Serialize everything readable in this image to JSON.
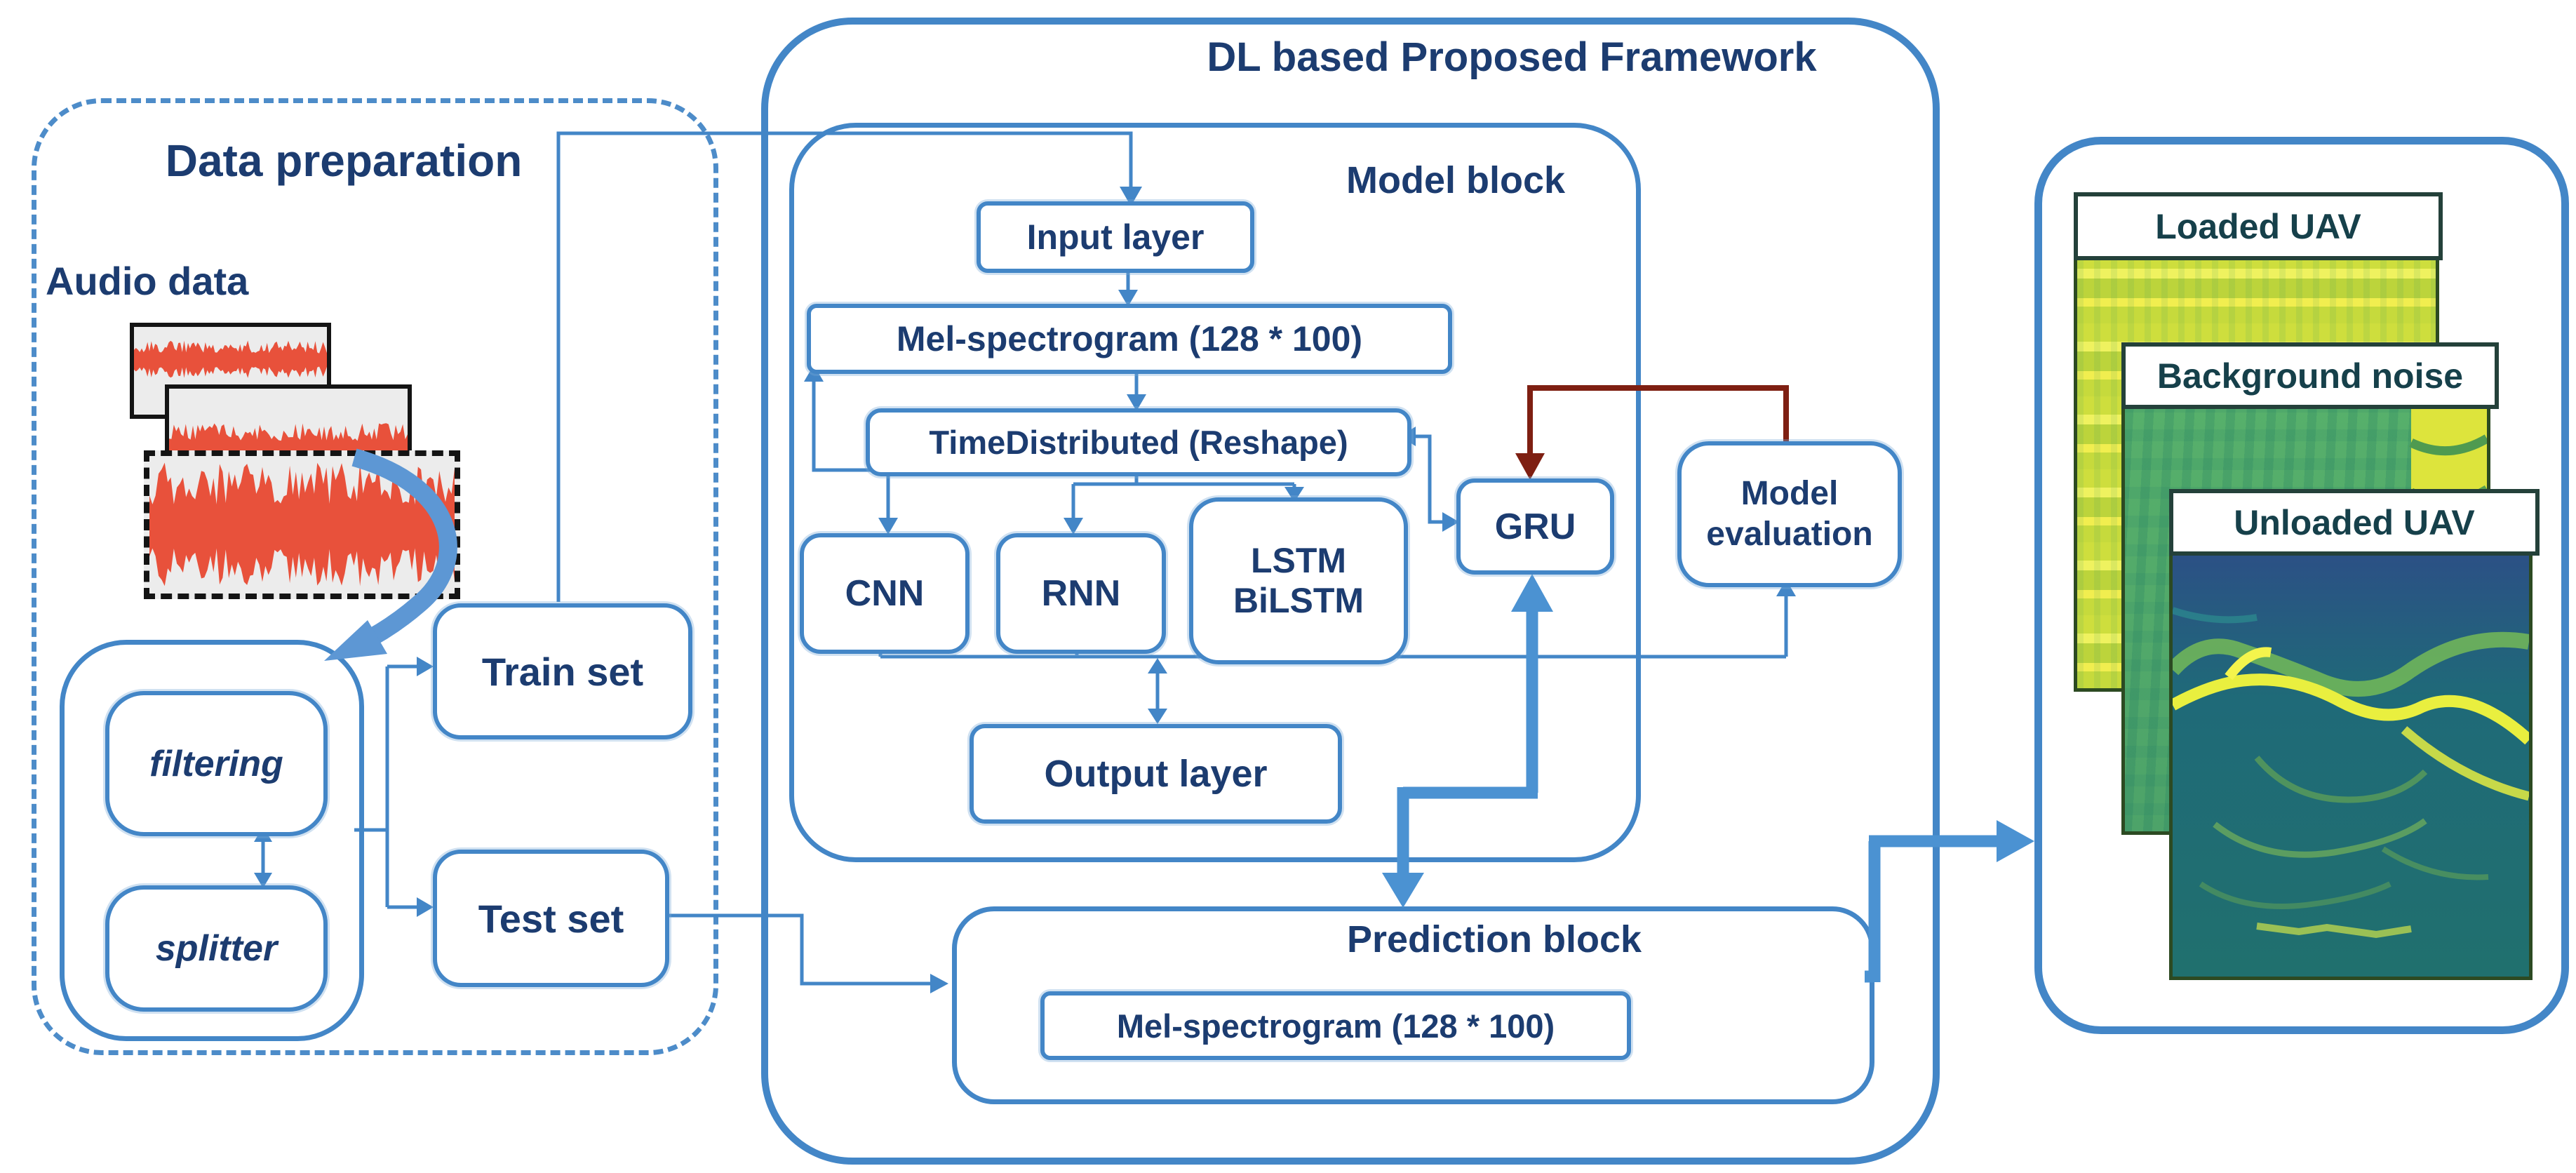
{
  "data_preparation": {
    "title": "Data preparation",
    "audio_label": "Audio data",
    "filtering_label": "filtering",
    "splitter_label": "splitter",
    "train_label": "Train set",
    "test_label": "Test set",
    "waveforms": [
      {
        "amplitude": 0.45,
        "bias": 0.38,
        "seed": 3
      },
      {
        "amplitude": 0.55,
        "bias": 0.62,
        "seed": 7
      },
      {
        "amplitude": 0.95,
        "bias": 0.52,
        "seed": 11
      }
    ]
  },
  "framework": {
    "title": "DL based Proposed Framework",
    "model_block": {
      "label": "Model block",
      "input_layer": "Input layer",
      "mel_spectrogram": "Mel-spectrogram (128 * 100)",
      "time_distributed": "TimeDistributed (Reshape)",
      "cnn": "CNN",
      "rnn": "RNN",
      "lstm_line1": "LSTM",
      "lstm_line2": "BiLSTM",
      "gru": "GRU",
      "output_layer": "Output layer"
    },
    "evaluation_line1": "Model",
    "evaluation_line2": "evaluation",
    "prediction_block": {
      "label": "Prediction block",
      "mel_spectrogram": "Mel-spectrogram (128 * 100)"
    }
  },
  "results": {
    "loaded_label": "Loaded UAV",
    "background_label": "Background noise",
    "unloaded_label": "Unloaded UAV"
  },
  "colors": {
    "line_blue": "#4386c7",
    "thick_blue": "#4b92d2",
    "curved_arrow_blue": "#5d97d4",
    "navy_text": "#1c3c70",
    "dark_red_arrow": "#7e1f12",
    "waveform_red": "#e8513b",
    "spect_label_text": "#16404a"
  }
}
